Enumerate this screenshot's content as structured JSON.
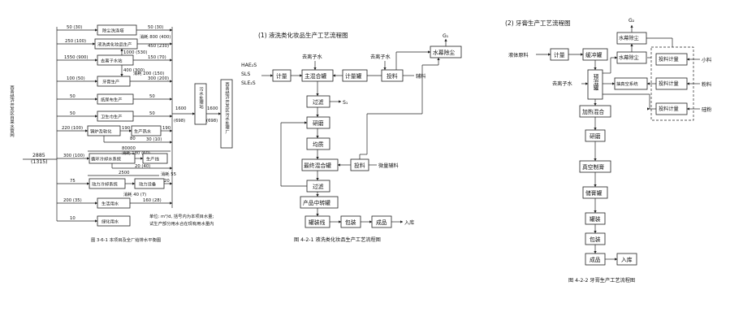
{
  "diagram1": {
    "source_label": [
      "西青经济开发区自来水管网",
      "2885",
      "(1315)"
    ],
    "boxes": {
      "dust": "除尘洗涤塔",
      "liquid": "液洗类化妆品生产",
      "pure": "去离子水站",
      "tooth": "牙膏生产",
      "tissue": "纸尿布生产",
      "sanitary": "卫生巾生产",
      "boiler": "锅炉及软化",
      "hotwater": "生产热水",
      "circ": "循环冷却水系统",
      "prodline": "生产线",
      "power_circ": "动力冷却系统",
      "power_eq": "动力设备",
      "domestic": "生活用水",
      "green": "绿化用水",
      "sewage": "污水处理站",
      "plant": "西青经济开发区污水处理厂"
    },
    "flows": {
      "dust_in": "50 (30)",
      "dust_out": "50 (30)",
      "liquid_in": "250 (100)",
      "liquid_loss": "消耗 800 (400)",
      "liquid_out": "450 (230)",
      "pure_in": "1550 (900)",
      "pure_mid": "1000 (530)",
      "pure_out": "150 (70)",
      "tooth_in": "100 (50)",
      "tooth_mid": "400 (300)",
      "tooth_loss": "消耗 200 (150)",
      "tooth_out": "300 (200)",
      "tissue_in": "50",
      "tissue_out": "50",
      "sanitary_in": "50",
      "sanitary_out": "50",
      "boiler_in": "220 (100)",
      "boiler_mid": "190",
      "boiler_n80": "80",
      "hot_out": "190",
      "boiler_out": "30 (10)",
      "b80000": "80000",
      "circ_loss": "消耗 180 (60)",
      "circ_in": "300 (100)",
      "circ_out": "20 (40)",
      "c2500": "2500",
      "power_loss": "消耗 55",
      "power_in": "75",
      "power_out": "20",
      "dom_loss": "消耗 40 (7)",
      "dom_in": "200 (35)",
      "dom_out": "160 (28)",
      "green_in": "10",
      "to_sewage": "1600",
      "to_sewage_dry": "(698)",
      "to_plant": "1600",
      "to_plant_dry": "(698)"
    },
    "note": [
      "单位: m³/d, 括号内为本项目水量;",
      "试生产部分用水合在现有用水量内"
    ],
    "caption": "图 3-6-1      本项目及全厂给排水平衡图"
  },
  "diagram2": {
    "title": "(1) 液洗类化妆品生产工艺流程图",
    "inputs": [
      "HAE₂S",
      "SLS",
      "SLE₂S"
    ],
    "boxes": {
      "meter": "计量",
      "mix": "主混合罐",
      "meter_tank": "计量罐",
      "feed": "投料",
      "dust": "水幕除尘",
      "filter": "过滤",
      "grind": "研磨",
      "homo": "均质",
      "final": "最终混合罐",
      "feed2": "投料",
      "filter2": "过滤",
      "middle": "产品中转罐",
      "fill": "罐装线",
      "pack": "包装",
      "product": "成品"
    },
    "labels": {
      "water1": "去离子水",
      "water2": "去离子水",
      "aux": "辅料",
      "g1": "G₁",
      "s1": "S₁",
      "micro_aux": "微量辅料",
      "storage": "入库"
    },
    "caption": "图 4-2-1      液洗类化妆品生产工艺流程图"
  },
  "diagram3": {
    "title": "(2) 牙膏生产工艺流程图",
    "boxes": {
      "meter": "计量",
      "buffer": "缓冲罐",
      "premix": "预混罐",
      "dust1": "水幕除尘",
      "dust2": "水幕除尘",
      "vacuum": "抽真空系统",
      "feedA": "投料计量",
      "feedB": "投料计量",
      "feedC": "投料计量",
      "heat": "加热混合",
      "grind": "研磨",
      "vac_paste": "真空制膏",
      "store": "储膏罐",
      "fill": "罐装",
      "pack": "包装",
      "product": "成品",
      "storage": "入库"
    },
    "labels": {
      "liquid_raw": "液体原料",
      "water": "去离子水",
      "g2": "G₂",
      "small": "小料",
      "powder": "粉料",
      "silica": "硅粉"
    },
    "caption": "图 4-2-2      牙膏生产工艺流程图"
  }
}
